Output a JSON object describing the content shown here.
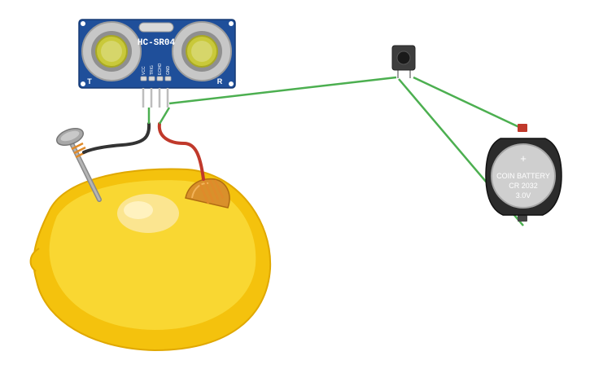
{
  "components": {
    "sensor": {
      "label": "HC-SR04",
      "pin_labels": [
        "VCC",
        "TRIG",
        "ECHO",
        "GND"
      ],
      "corner_left": "T",
      "corner_right": "R",
      "board_color": "#1f4f9a"
    },
    "battery": {
      "plus_symbol": "+",
      "line1": "COIN BATTERY",
      "line2": "CR 2032",
      "line3": "3.0V"
    },
    "button": {},
    "lemon": {
      "color": "#f7d21a"
    },
    "nail": {},
    "copper_electrode": {}
  },
  "wires": {
    "green_color": "#4caf50",
    "red_color": "#c0392b",
    "black_color": "#333333"
  }
}
